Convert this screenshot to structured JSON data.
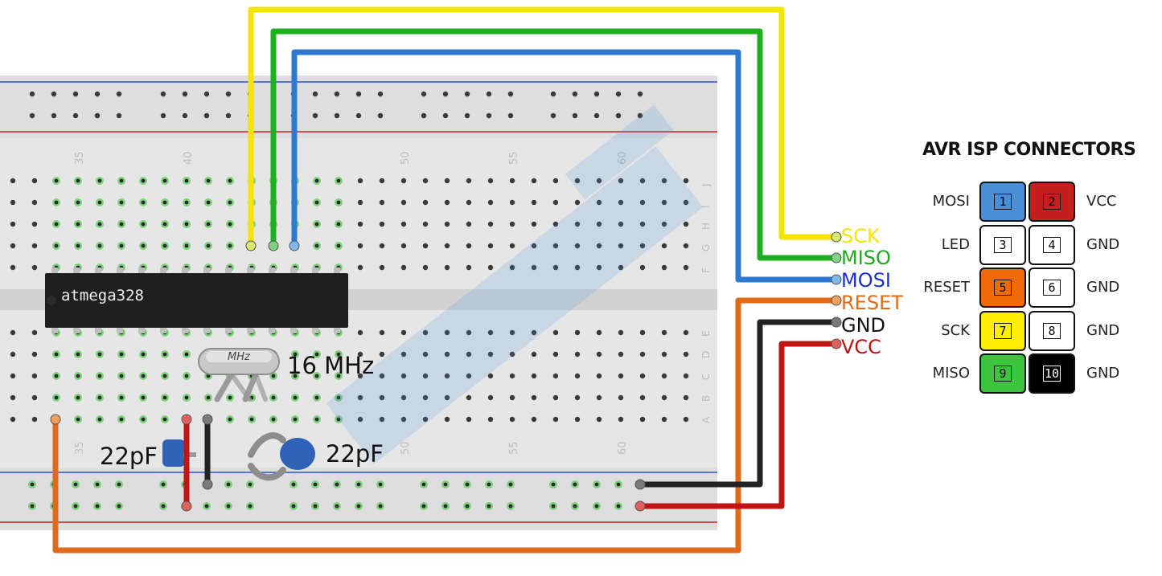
{
  "chip": {
    "label": "atmega328"
  },
  "crystal": {
    "marking": "MHz",
    "label": "16 MHz"
  },
  "capacitors": {
    "left_label": "22pF",
    "right_label": "22pF"
  },
  "breadboard": {
    "column_numbers": [
      "35",
      "40",
      "50",
      "55",
      "60"
    ],
    "row_letters_top": [
      "J",
      "I",
      "H",
      "G",
      "F"
    ],
    "row_letters_bottom": [
      "E",
      "D",
      "C",
      "B",
      "A"
    ]
  },
  "wire_labels": [
    {
      "text": "SCK",
      "color": "#f4e400"
    },
    {
      "text": "MISO",
      "color": "#1fa81f"
    },
    {
      "text": "MOSI",
      "color": "#1a2fd0"
    },
    {
      "text": "RESET",
      "color": "#e36a13"
    },
    {
      "text": "GND",
      "color": "#111111"
    },
    {
      "text": "VCC",
      "color": "#c01010"
    }
  ],
  "isp": {
    "title": "AVR ISP CONNECTORS",
    "pins": [
      {
        "num": "1",
        "label": "MOSI",
        "fill": "#4a90d9",
        "side": "left"
      },
      {
        "num": "2",
        "label": "VCC",
        "fill": "#c41e1e",
        "side": "right"
      },
      {
        "num": "3",
        "label": "LED",
        "fill": "#ffffff",
        "side": "left"
      },
      {
        "num": "4",
        "label": "GND",
        "fill": "#ffffff",
        "side": "right"
      },
      {
        "num": "5",
        "label": "RESET",
        "fill": "#f06a0a",
        "side": "left"
      },
      {
        "num": "6",
        "label": "GND",
        "fill": "#ffffff",
        "side": "right"
      },
      {
        "num": "7",
        "label": "SCK",
        "fill": "#ffee00",
        "side": "left"
      },
      {
        "num": "8",
        "label": "GND",
        "fill": "#ffffff",
        "side": "right"
      },
      {
        "num": "9",
        "label": "MISO",
        "fill": "#3cc43c",
        "side": "left"
      },
      {
        "num": "10",
        "label": "GND",
        "fill": "#000000",
        "side": "right"
      }
    ]
  },
  "colors": {
    "sck": "#f4e400",
    "miso": "#1fb01f",
    "mosi": "#2f78d0",
    "reset": "#e0691a",
    "gnd": "#222222",
    "vcc": "#c01515"
  }
}
